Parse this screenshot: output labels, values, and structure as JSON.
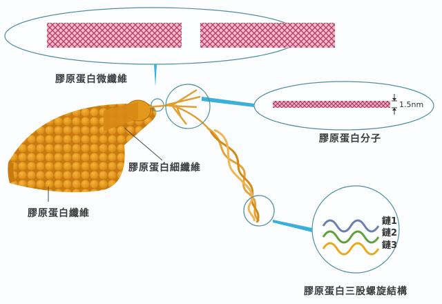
{
  "labels": {
    "microfibril": "膠原蛋白微纖維",
    "molecule": "膠原蛋白分子",
    "fibril": "膠原蛋白細纖維",
    "fiber": "膠原蛋白纖維",
    "triple_helix": "膠原蛋白三股螺旋結構"
  },
  "dimension": "1.5nm",
  "chains": [
    "鏈1",
    "鏈2",
    "鏈3"
  ],
  "colors": {
    "outline": "#4a8fa0",
    "pointer": "#3bb0d8",
    "fiber": "#e39a1c",
    "mesh": "#c0406a",
    "chain1": "#6a7fb0",
    "chain2": "#5fa03a",
    "chain3": "#e8a91a"
  }
}
